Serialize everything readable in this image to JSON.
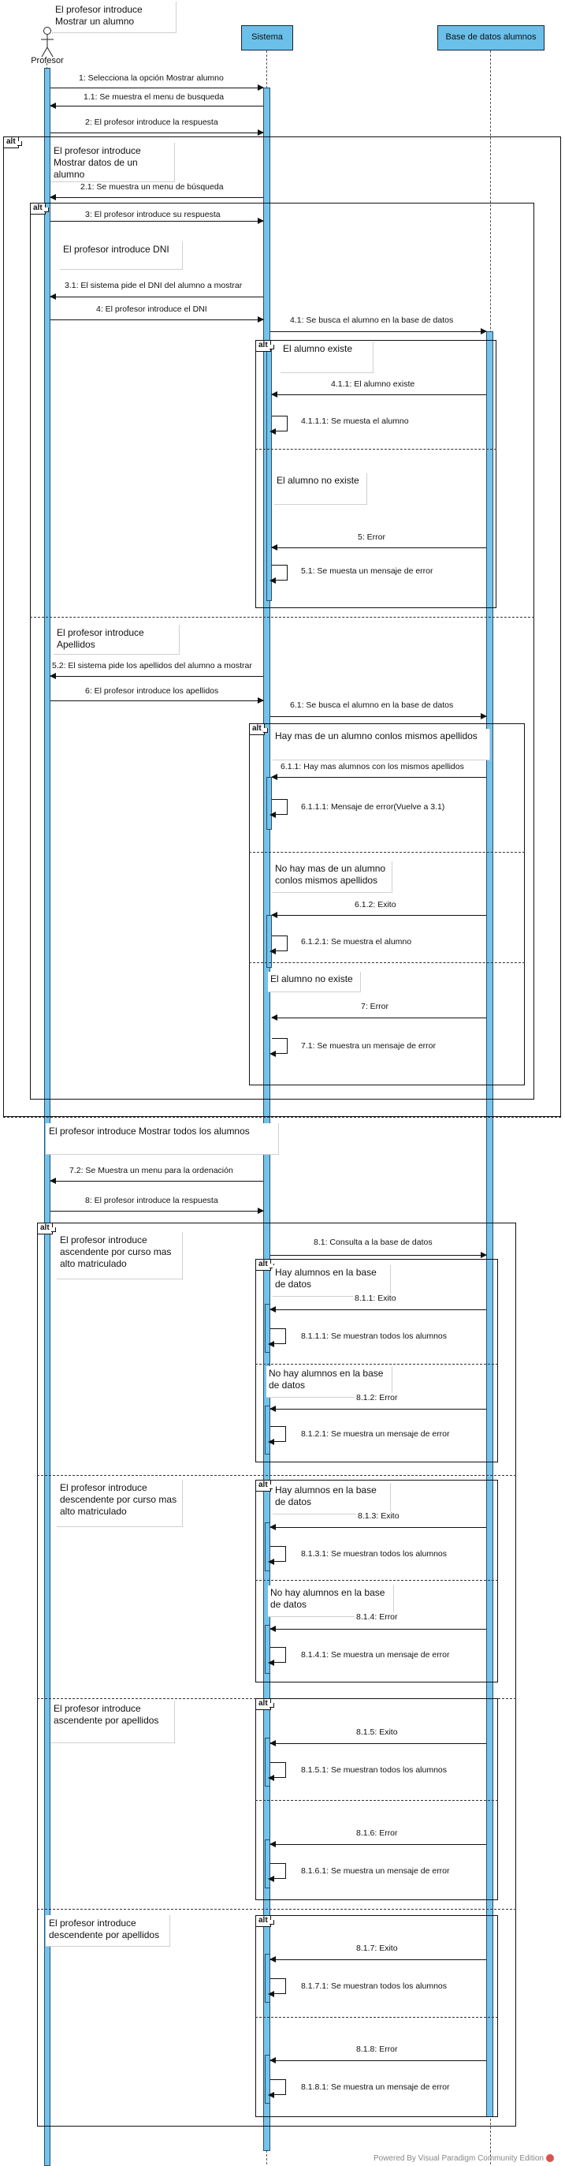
{
  "lifelines": {
    "profesor": "Profesor",
    "sistema": "Sistema",
    "bd": "Base de datos alumnos"
  },
  "notes": {
    "n1": "El profesor introduce Mostrar un alumno",
    "n2": "El profesor introduce Mostrar datos de un alumno",
    "n3": "El profesor introduce DNI",
    "n4": "El profesor introduce Apellidos",
    "n5": "El profesor introduce Mostrar todos los alumnos",
    "n6": "El profesor introduce ascendente por curso mas alto matriculado",
    "n7": "El profesor introduce descendente por curso mas alto matriculado",
    "n8": "El profesor introduce ascendente por apellidos",
    "n9": "El profesor introduce descendente por apellidos"
  },
  "conditions": {
    "c1": "El alumno existe",
    "c2": "El alumno no existe",
    "c3": "Hay mas de un alumno conlos mismos apellidos",
    "c4": "No hay mas de un alumno conlos mismos apellidos",
    "c5": "El alumno no existe",
    "c6": "Hay alumnos en la base de datos",
    "c7": "No hay alumnos en la base de datos",
    "c8": "Hay alumnos en la base de datos",
    "c9": "No hay alumnos en la base de datos"
  },
  "messages": {
    "m1": "1: Selecciona la opción Mostrar alumno",
    "m1_1": "1.1: Se muestra el menu de busqueda",
    "m2": "2: El profesor introduce la respuesta",
    "m2_1": "2.1: Se muestra un menu de búsqueda",
    "m3": "3: El profesor introduce su respuesta",
    "m3_1": "3.1: El sistema pide el DNI del alumno a mostrar",
    "m4": "4: El profesor introduce el DNI",
    "m4_1": "4.1: Se busca el alumno en la base de datos",
    "m4_1_1": "4.1.1: El alumno existe",
    "m4_1_1_1": "4.1.1.1: Se muesta el alumno",
    "m5": "5: Error",
    "m5_1": "5.1: Se muesta un mensaje de error",
    "m5_2": "5.2: El sistema pide los apellidos del alumno a mostrar",
    "m6": "6: El profesor introduce los apellidos",
    "m6_1": "6.1: Se busca el alumno en la base de datos",
    "m6_1_1": "6.1.1: Hay mas alumnos con los mismos apellidos",
    "m6_1_1_1": "6.1.1.1: Mensaje de error(Vuelve a 3.1)",
    "m6_1_2": "6.1.2: Exito",
    "m6_1_2_1": "6.1.2.1: Se muestra el alumno",
    "m7": "7: Error",
    "m7_1": "7.1:  Se muestra un mensaje de error",
    "m7_2": "7.2: Se Muestra un menu para la ordenación",
    "m8": "8: El profesor introduce la respuesta",
    "m8_1": "8.1: Consulta a la base de datos",
    "m8_1_1": "8.1.1: Exito",
    "m8_1_1_1": "8.1.1.1: Se muestran todos los alumnos",
    "m8_1_2": "8.1.2: Error",
    "m8_1_2_1": "8.1.2.1: Se muestra un mensaje de error",
    "m8_1_3": "8.1.3: Exito",
    "m8_1_3_1": "8.1.3.1: Se muestran todos los alumnos",
    "m8_1_4": "8.1.4: Error",
    "m8_1_4_1": "8.1.4.1: Se muestra un mensaje de error",
    "m8_1_5": "8.1.5: Exito",
    "m8_1_5_1": "8.1.5.1: Se muestran todos los alumnos",
    "m8_1_6": "8.1.6: Error",
    "m8_1_6_1": "8.1.6.1: Se muestra un mensaje de error",
    "m8_1_7": "8.1.7: Exito",
    "m8_1_7_1": "8.1.7.1: Se muestran todos los alumnos",
    "m8_1_8": "8.1.8: Error",
    "m8_1_8_1": "8.1.8.1: Se muestra un mensaje de error"
  },
  "frame_tag": "alt",
  "footer": "Powered By  Visual Paradigm Community Edition"
}
